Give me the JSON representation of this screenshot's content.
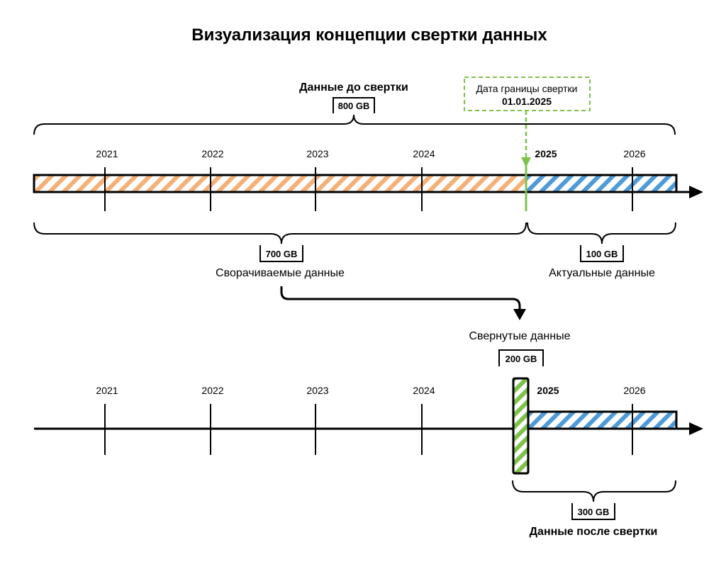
{
  "title": "Визуализация концепции свертки данных",
  "top_timeline": {
    "years": [
      "2021",
      "2022",
      "2023",
      "2024",
      "2025",
      "2026"
    ],
    "current_year": "2025",
    "all_data": {
      "label": "Данные до свертки",
      "size": "800 GB"
    },
    "boundary": {
      "label": "Дата границы свертки",
      "date": "01.01.2025"
    },
    "rollup_data": {
      "label": "Сворачиваемые данные",
      "size": "700 GB"
    },
    "current_data": {
      "label": "Актуальные данные",
      "size": "100 GB"
    }
  },
  "bottom_timeline": {
    "years": [
      "2021",
      "2022",
      "2023",
      "2024",
      "2025",
      "2026"
    ],
    "current_year": "2025",
    "rolled_data": {
      "label": "Свернутые данные",
      "size": "200 GB"
    },
    "after_data": {
      "label": "Данные после свертки",
      "size": "300 GB"
    }
  },
  "colors": {
    "rollup": "#f5b077",
    "current": "#4f9ad8",
    "rolled": "#7ec24a",
    "boundary": "#7ec24a",
    "line": "#000000"
  }
}
